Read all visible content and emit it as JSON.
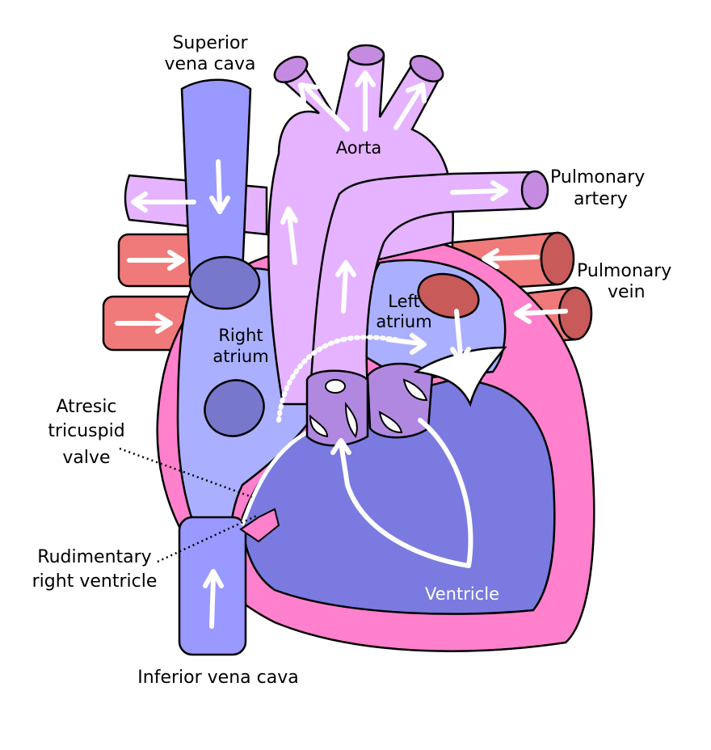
{
  "labels": {
    "superior_vena_cava": [
      "Superior",
      "vena cava"
    ],
    "aorta": "Aorta",
    "pulmonary_artery": [
      "Pulmonary",
      "artery"
    ],
    "pulmonary_vein": [
      "Pulmonary",
      "vein"
    ],
    "right_atrium": [
      "Right",
      "atrium"
    ],
    "left_atrium": [
      "Left",
      "atrium"
    ],
    "atresic_tricuspid_valve": [
      "Atresic",
      "tricuspid",
      "valve"
    ],
    "rudimentary_right_ventricle": [
      "Rudimentary",
      "right ventricle"
    ],
    "ventricle": "Ventricle",
    "inferior_vena_cava": "Inferior vena cava"
  },
  "colors": {
    "vena_cava": "#9999ff",
    "vena_cava_dark": "#7777cc",
    "aorta": "#e5b3ff",
    "aorta_branch_top": "#c48be0",
    "pulmonary_vein": "#f07a7a",
    "pulmonary_vein_end": "#c85a5a",
    "myocardium": "#ff80cc",
    "atrium": "#aab0ff",
    "ventricle": "#7a7ae0",
    "valve": "#b088e0",
    "outline": "#000000",
    "flow_arrow": "#ffffff"
  }
}
